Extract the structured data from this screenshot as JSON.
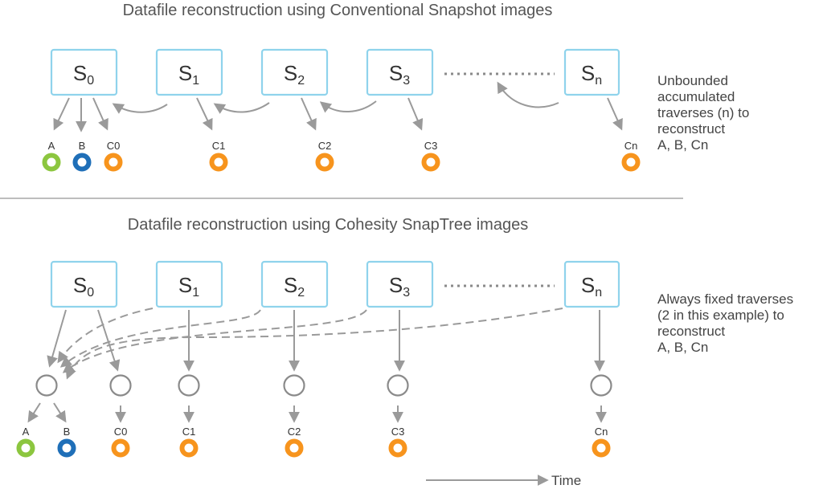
{
  "top": {
    "title": "Datafile reconstruction using Conventional Snapshot images",
    "nodes": [
      {
        "base": "S",
        "sub": "0"
      },
      {
        "base": "S",
        "sub": "1"
      },
      {
        "base": "S",
        "sub": "2"
      },
      {
        "base": "S",
        "sub": "3"
      },
      {
        "base": "S",
        "sub": "n"
      }
    ],
    "leaves": [
      "A",
      "B",
      "C0",
      "C1",
      "C2",
      "C3",
      "Cn"
    ],
    "note": [
      "Unbounded",
      "accumulated",
      "traverses (n) to",
      "reconstruct",
      "A, B, Cn"
    ]
  },
  "bottom": {
    "title": "Datafile reconstruction using Cohesity SnapTree images",
    "nodes": [
      {
        "base": "S",
        "sub": "0"
      },
      {
        "base": "S",
        "sub": "1"
      },
      {
        "base": "S",
        "sub": "2"
      },
      {
        "base": "S",
        "sub": "3"
      },
      {
        "base": "S",
        "sub": "n"
      }
    ],
    "leaves": [
      "A",
      "B",
      "C0",
      "C1",
      "C2",
      "C3",
      "Cn"
    ],
    "note": [
      "Always fixed traverses",
      "(2 in this example) to",
      "reconstruct",
      "A, B, Cn"
    ]
  },
  "time_label": "Time",
  "colors": {
    "box_border": "#8fd3ec",
    "arrow": "#9a9a9a",
    "green": "#8cc63f",
    "blue": "#1f6fb8",
    "orange": "#f7941d",
    "divider": "#bdbdbd"
  }
}
